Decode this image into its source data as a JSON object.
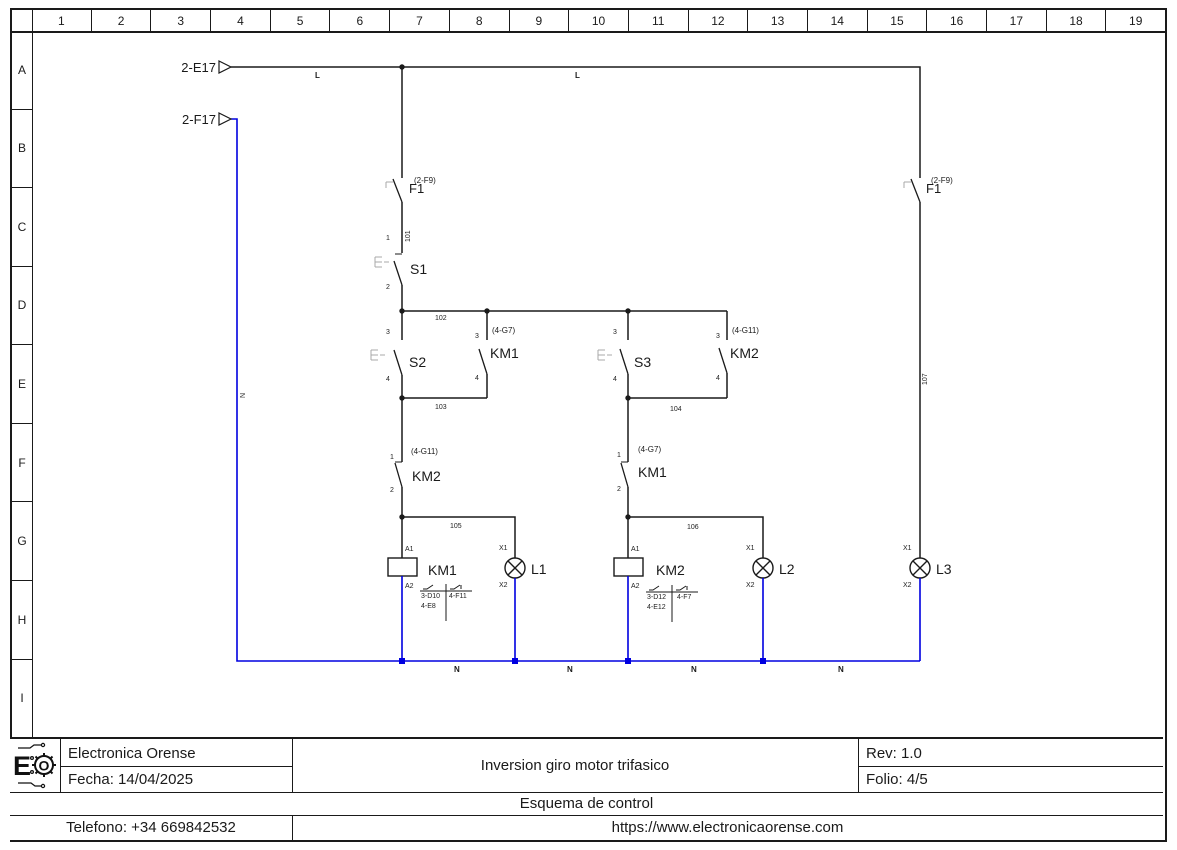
{
  "sheet": {
    "columns": [
      "1",
      "2",
      "3",
      "4",
      "5",
      "6",
      "7",
      "8",
      "9",
      "10",
      "11",
      "12",
      "13",
      "14",
      "15",
      "16",
      "17",
      "18",
      "19"
    ],
    "rows": [
      "A",
      "B",
      "C",
      "D",
      "E",
      "F",
      "G",
      "H",
      "I"
    ]
  },
  "schematic": {
    "source_arrows": {
      "phase": "2-E17",
      "neutral": "2-F17"
    },
    "phase_labels": {
      "left": "L",
      "right": "L"
    },
    "neutral_labels": {
      "vertical": "N",
      "n1": "N",
      "n2": "N",
      "n3": "N",
      "n4": "N"
    },
    "wire_numbers": {
      "w101": "101",
      "w102": "102",
      "w103": "103",
      "w104": "104",
      "w105": "105",
      "w106": "106",
      "w107": "107"
    },
    "fuse_left": {
      "name": "F1",
      "xref": "(2-F9)"
    },
    "fuse_right": {
      "name": "F1",
      "xref": "(2-F9)"
    },
    "s1": {
      "name": "S1",
      "t_top": "1",
      "t_bot": "2"
    },
    "s2": {
      "name": "S2",
      "t_top": "3",
      "t_bot": "4"
    },
    "s3": {
      "name": "S3",
      "t_top": "3",
      "t_bot": "4"
    },
    "km1_no": {
      "name": "KM1",
      "xref": "(4-G7)",
      "t_top": "3",
      "t_bot": "4"
    },
    "km2_no": {
      "name": "KM2",
      "xref": "(4-G11)",
      "t_top": "3",
      "t_bot": "4"
    },
    "km2_nc": {
      "name": "KM2",
      "xref": "(4-G11)",
      "t_top": "1",
      "t_bot": "2"
    },
    "km1_nc": {
      "name": "KM1",
      "xref": "(4-G7)",
      "t_top": "1",
      "t_bot": "2"
    },
    "km1_coil": {
      "name": "KM1",
      "t_top": "A1",
      "t_bot": "A2",
      "xrefs": [
        "3-D10",
        "4-F11",
        "4-E8"
      ]
    },
    "km2_coil": {
      "name": "KM2",
      "t_top": "A1",
      "t_bot": "A2",
      "xrefs": [
        "3-D12",
        "4-F7",
        "4-E12"
      ]
    },
    "lamp1": {
      "name": "L1",
      "t_top": "X1",
      "t_bot": "X2"
    },
    "lamp2": {
      "name": "L2",
      "t_top": "X1",
      "t_bot": "X2"
    },
    "lamp3": {
      "name": "L3",
      "t_top": "X1",
      "t_bot": "X2"
    }
  },
  "title_block": {
    "logo_e": "E",
    "logo_o": "O",
    "company": "Electronica Orense",
    "date": "Fecha: 14/04/2025",
    "drawing_title": "Inversion giro motor trifasico",
    "revision": "Rev: 1.0",
    "folio": "Folio: 4/5",
    "subtitle": "Esquema de control",
    "phone": "Telefono: +34 669842532",
    "website": "https://www.electronicaorense.com"
  },
  "colors": {
    "wire": "#1a1a1a",
    "neutral_wire": "#0000e0"
  }
}
